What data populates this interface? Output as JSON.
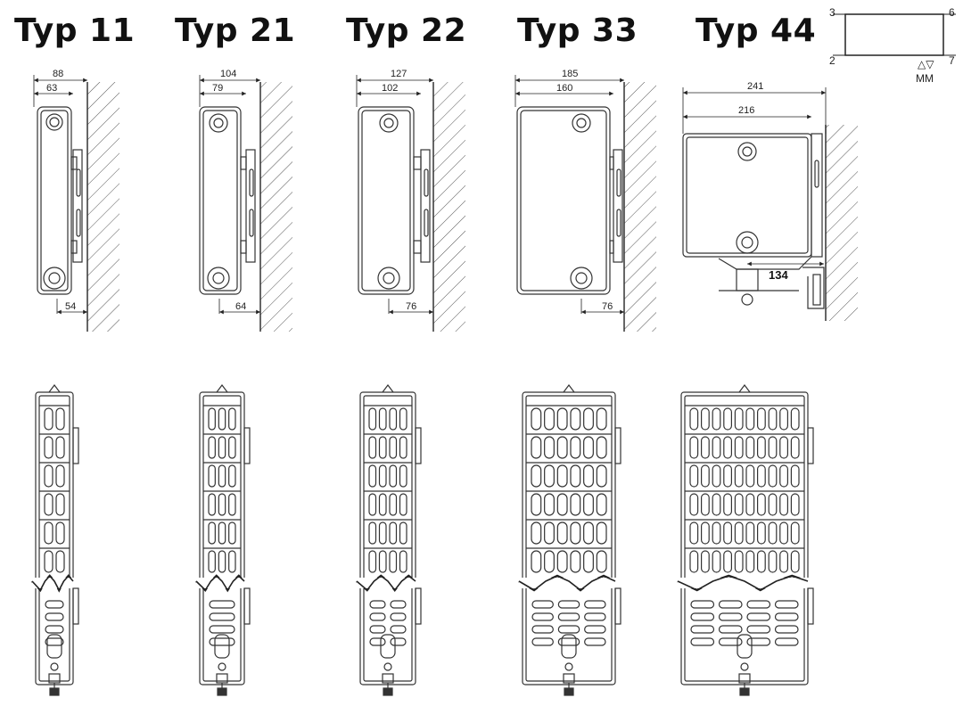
{
  "types": [
    {
      "name": "Typ 11",
      "outer_depth": "88",
      "inner_depth": "63",
      "bottom_dim": "54"
    },
    {
      "name": "Typ 21",
      "outer_depth": "104",
      "inner_depth": "79",
      "bottom_dim": "64"
    },
    {
      "name": "Typ 22",
      "outer_depth": "127",
      "inner_depth": "102",
      "bottom_dim": "76"
    },
    {
      "name": "Typ 33",
      "outer_depth": "185",
      "inner_depth": "160",
      "bottom_dim": "76"
    },
    {
      "name": "Typ 44",
      "outer_depth": "241",
      "inner_depth": "216",
      "bottom_dim": "134"
    }
  ],
  "legend": {
    "c3": "3",
    "c6": "6",
    "c2": "2",
    "c7": "7",
    "mm": "MM",
    "arrows": "△▽"
  }
}
